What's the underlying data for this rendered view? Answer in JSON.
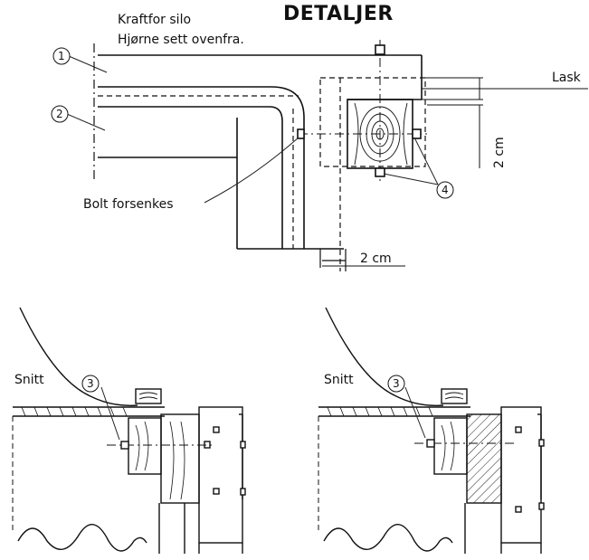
{
  "title": "DETALJER",
  "subtitle_line1": "Kraftfor silo",
  "subtitle_line2": "Hjørne sett ovenfra.",
  "labels": {
    "lask": "Lask",
    "bolt": "Bolt forsenkes",
    "dim_vertical": "2 cm",
    "dim_horizontal": "2 cm",
    "section_left": "Snitt",
    "section_right": "Snitt"
  },
  "callouts": {
    "c1": "1",
    "c2": "2",
    "c3_left": "3",
    "c3_right": "3",
    "c4": "4"
  }
}
